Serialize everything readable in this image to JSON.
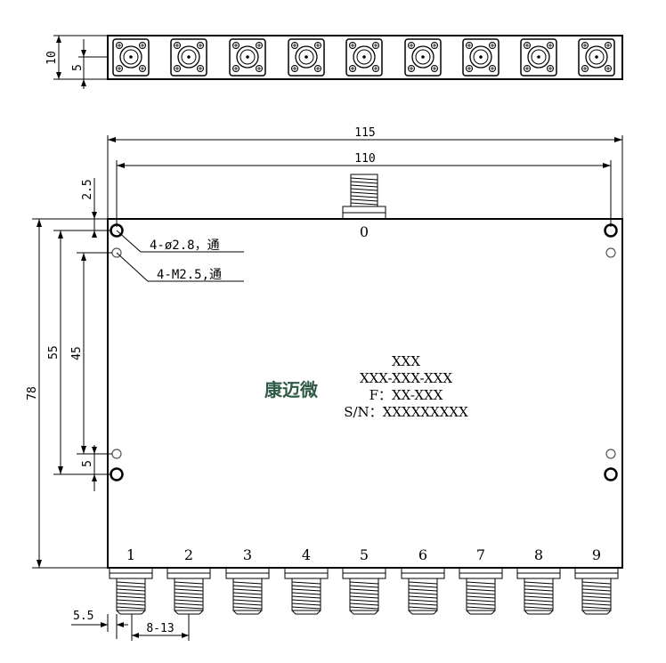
{
  "brand": "康迈微",
  "labels": {
    "line1": "XXX",
    "line2": "XXX-XXX-XXX",
    "line3": "F：XX-XXX",
    "line4": "S/N：XXXXXXXXX"
  },
  "callouts": {
    "thru_hole": "4-ø2.8，通",
    "thread_hole": "4-M2.5,通"
  },
  "input_port": "0",
  "output_ports": [
    "1",
    "2",
    "3",
    "4",
    "5",
    "6",
    "7",
    "8",
    "9"
  ],
  "dimensions": {
    "height_top": "10",
    "half_height_top": "5",
    "overall_width": "115",
    "hole_spacing_width": "110",
    "edge_offset": "2.5",
    "overall_height": "78",
    "hole_spacing_outer": "55",
    "hole_spacing_inner": "45",
    "hole_gap": "5",
    "port_offset": "5.5",
    "port_pitch": "8-13"
  },
  "colors": {
    "brand": "#2f5a46",
    "line": "#000000",
    "background": "#ffffff"
  }
}
